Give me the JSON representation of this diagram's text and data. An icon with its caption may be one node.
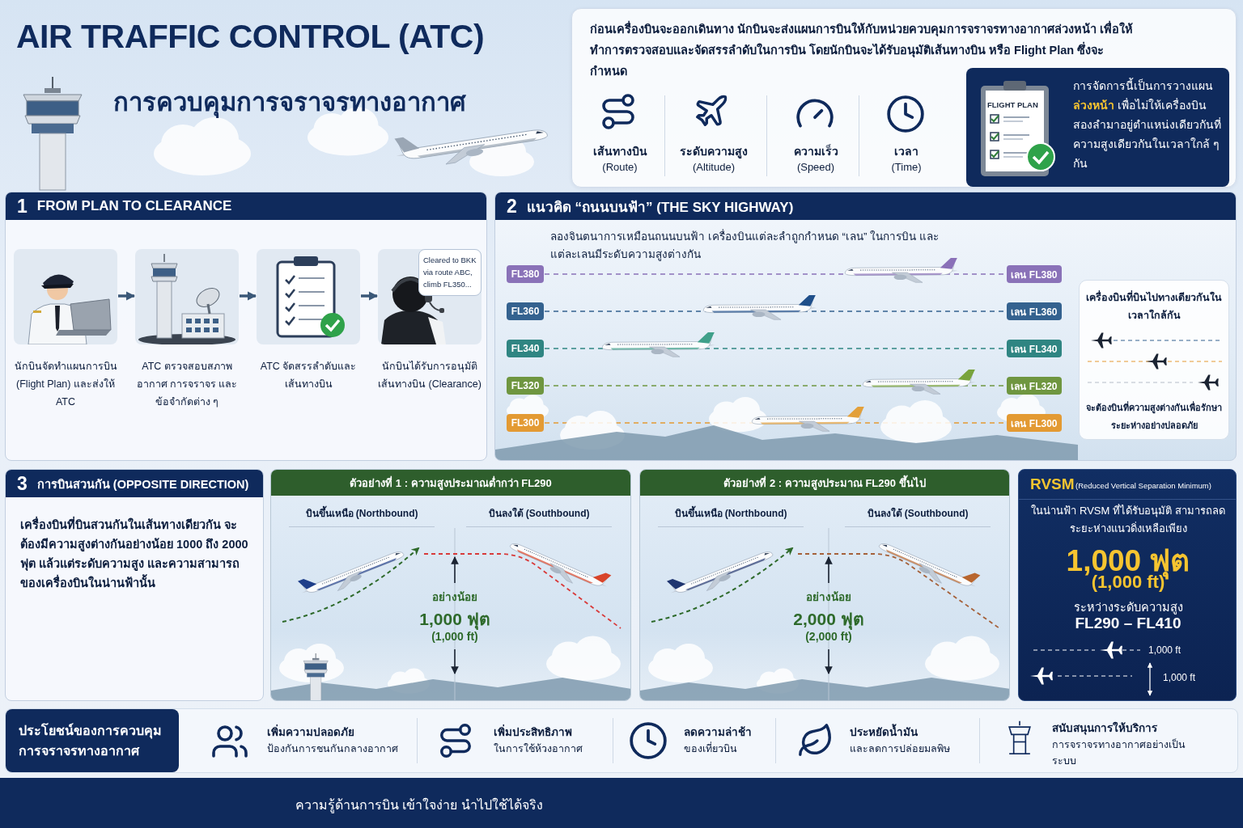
{
  "diagram": {
    "title": "AIR TRAFFIC CONTROL (ATC)",
    "nodes": [
      {
        "text": [
          "ก่อนเครื่องบินจะออกเดินทาง นักบินจะส่งแผนการบินให้กับหน่วยควบคุมการจราจรทางอากาศล่วงหน้า เพื่อให้ทำการตรวจสอบและจัดสรรลำดับในการบิน โดยนักบินจะได้รับอนุมัติเส้นทางบิน หรือ Flight Plan ซึ่งจะกำหนด"
        ]
      },
      {
        "text": [
          "การจัดการนี้เป็นการวางแผน **ล่วงหน้า** เพื่อไม่ให้เครื่องบินสองลำมาอยู่ตำแหน่งเดียวกันที่ความสูงเดียวกันในเวลาใกล้ ๆ กัน"
        ],
        "in": 0
      },
      {
        "text": [
          "1",
          "FROM PLAN TO CLEARANCE"
        ]
      },
      {
        "text": [
          "นักบินจัดทำแผนการบิน (Flight Plan) และส่งให้ ATC"
        ],
        "in": 2
      },
      {
        "text": [
          "ATC ตรวจสอบสภาพอากาศ การจราจร และข้อจำกัดต่าง ๆ"
        ],
        "in": 2
      },
      {
        "text": [
          "ATC จัดสรรลำดับและเส้นทางบิน"
        ],
        "in": 2
      },
      {
        "text": [
          "นักบินได้รับการอนุมัติเส้นทางบิน (Clearance)"
        ],
        "in": 2
      },
      {
        "text": [
          "Cleared to BKK via route ABC, climb FL350..."
        ],
        "in": 6
      },
      {
        "text": [
          "2",
          "แนวคิด “ถนนบนฟ้า” (THE SKY HIGHWAY)",
          "ลองจินตนาการเหมือนถนนบนฟ้า เครื่องบินแต่ละลำถูกกำหนด “เลน” ในการบิน และแต่ละเลนมีระดับความสูงต่างกัน"
        ]
      },
      {
        "text": [
          "FL380"
        ],
        "in": 8
      },
      {
        "text": [
          "FL360"
        ],
        "in": 8
      },
      {
        "text": [
          "FL340"
        ],
        "in": 8
      },
      {
        "text": [
          "FL320"
        ],
        "in": 8
      },
      {
        "text": [
          "FL300"
        ],
        "in": 8
      },
      {
        "text": [
          "เลน FL380"
        ],
        "in": 8
      },
      {
        "text": [
          "เลน FL360"
        ],
        "in": 8
      },
      {
        "text": [
          "เลน FL340"
        ],
        "in": 8
      },
      {
        "text": [
          "เลน FL320"
        ],
        "in": 8
      },
      {
        "text": [
          "เลน FL300"
        ],
        "in": 8
      },
      {
        "text": [
          "เครื่องบินที่บินไปทางเดียวกันในเวลาใกล้กัน",
          "จะต้องบินที่ความสูงต่างกันเพื่อรักษาระยะห่างอย่างปลอดภัย"
        ],
        "in": 8
      },
      {
        "text": [
          "3",
          "การบินสวนกัน (OPPOSITE DIRECTION)",
          "เครื่องบินที่บินสวนกันในเส้นทางเดียวกัน จะต้องมีความสูงต่างกันอย่างน้อย 1000 ถึง 2000 ฟุต แล้วแต่ระดับความสูง และความสามารถของเครื่องบินในน่านฟ้านั้น"
        ]
      },
      {
        "text": [
          "ตัวอย่างที่ 1 : ความสูงประมาณต่ำกว่า FL290",
          "บินขึ้นเหนือ (Northbound)",
          "บินลงใต้ (Southbound)",
          "อย่างน้อย",
          "1,000 ฟุต",
          "(1,000 ft)"
        ]
      },
      {
        "text": [
          "ตัวอย่างที่ 2 : ความสูงประมาณ FL290 ขึ้นไป",
          "บินขึ้นเหนือ (Northbound)",
          "บินลงใต้ (Southbound)",
          "อย่างน้อย",
          "2,000 ฟุต",
          "(2,000 ft)"
        ]
      },
      {
        "text": [
          "RVSM",
          "(Reduced Vertical Separation Minimum)",
          "ในน่านฟ้า RVSM ที่ได้รับอนุมัติ สามารถลดระยะห่างแนวดิ่งเหลือเพียง",
          "1,000 ฟุต",
          "(1,000 ft)",
          "ระหว่างระดับความสูง",
          "FL290 – FL410",
          "1,000 ft",
          "1,000 ft"
        ]
      },
      {
        "text": [
          "ประโยชน์ของการควบคุมการจราจรทางอากาศ"
        ]
      }
    ],
    "edges": [
      {
        "from": 3,
        "to": 4,
        "arrow": "to"
      },
      {
        "from": 4,
        "to": 5,
        "arrow": "to"
      },
      {
        "from": 5,
        "to": 6,
        "arrow": "to"
      },
      {
        "from": 9,
        "to": 14,
        "arrow": "none",
        "style": "dashed",
        "color": "#8a72b8"
      },
      {
        "from": 10,
        "to": 15,
        "arrow": "none",
        "style": "dashed",
        "color": "#34628f"
      },
      {
        "from": 11,
        "to": 16,
        "arrow": "none",
        "style": "dashed",
        "color": "#2f8582"
      },
      {
        "from": 12,
        "to": 17,
        "arrow": "none",
        "style": "dashed",
        "color": "#6f9640"
      },
      {
        "from": 13,
        "to": 18,
        "arrow": "none",
        "style": "dashed",
        "color": "#e39a33"
      }
    ],
    "labels": [
      "การควบคุมการจราจรทางอากาศ",
      "เส้นทางบิน",
      "(Route)",
      "ระดับความสูง",
      "(Altitude)",
      "ความเร็ว",
      "(Speed)",
      "เวลา",
      "(Time)",
      "FLIGHT PLAN",
      "เพิ่มความปลอดภัย",
      "ป้องกันการชนกันกลางอากาศ",
      "เพิ่มประสิทธิภาพ",
      "ในการใช้ห้วงอากาศ",
      "ลดความล่าช้า",
      "ของเที่ยวบิน",
      "ประหยัดน้ำมัน",
      "และลดการปล่อยมลพิษ",
      "สนับสนุนการให้บริการ",
      "การจราจรทางอากาศอย่างเป็นระบบ",
      "ความรู้ด้านการบิน เข้าใจง่าย นำไปใช้ได้จริง"
    ]
  }
}
